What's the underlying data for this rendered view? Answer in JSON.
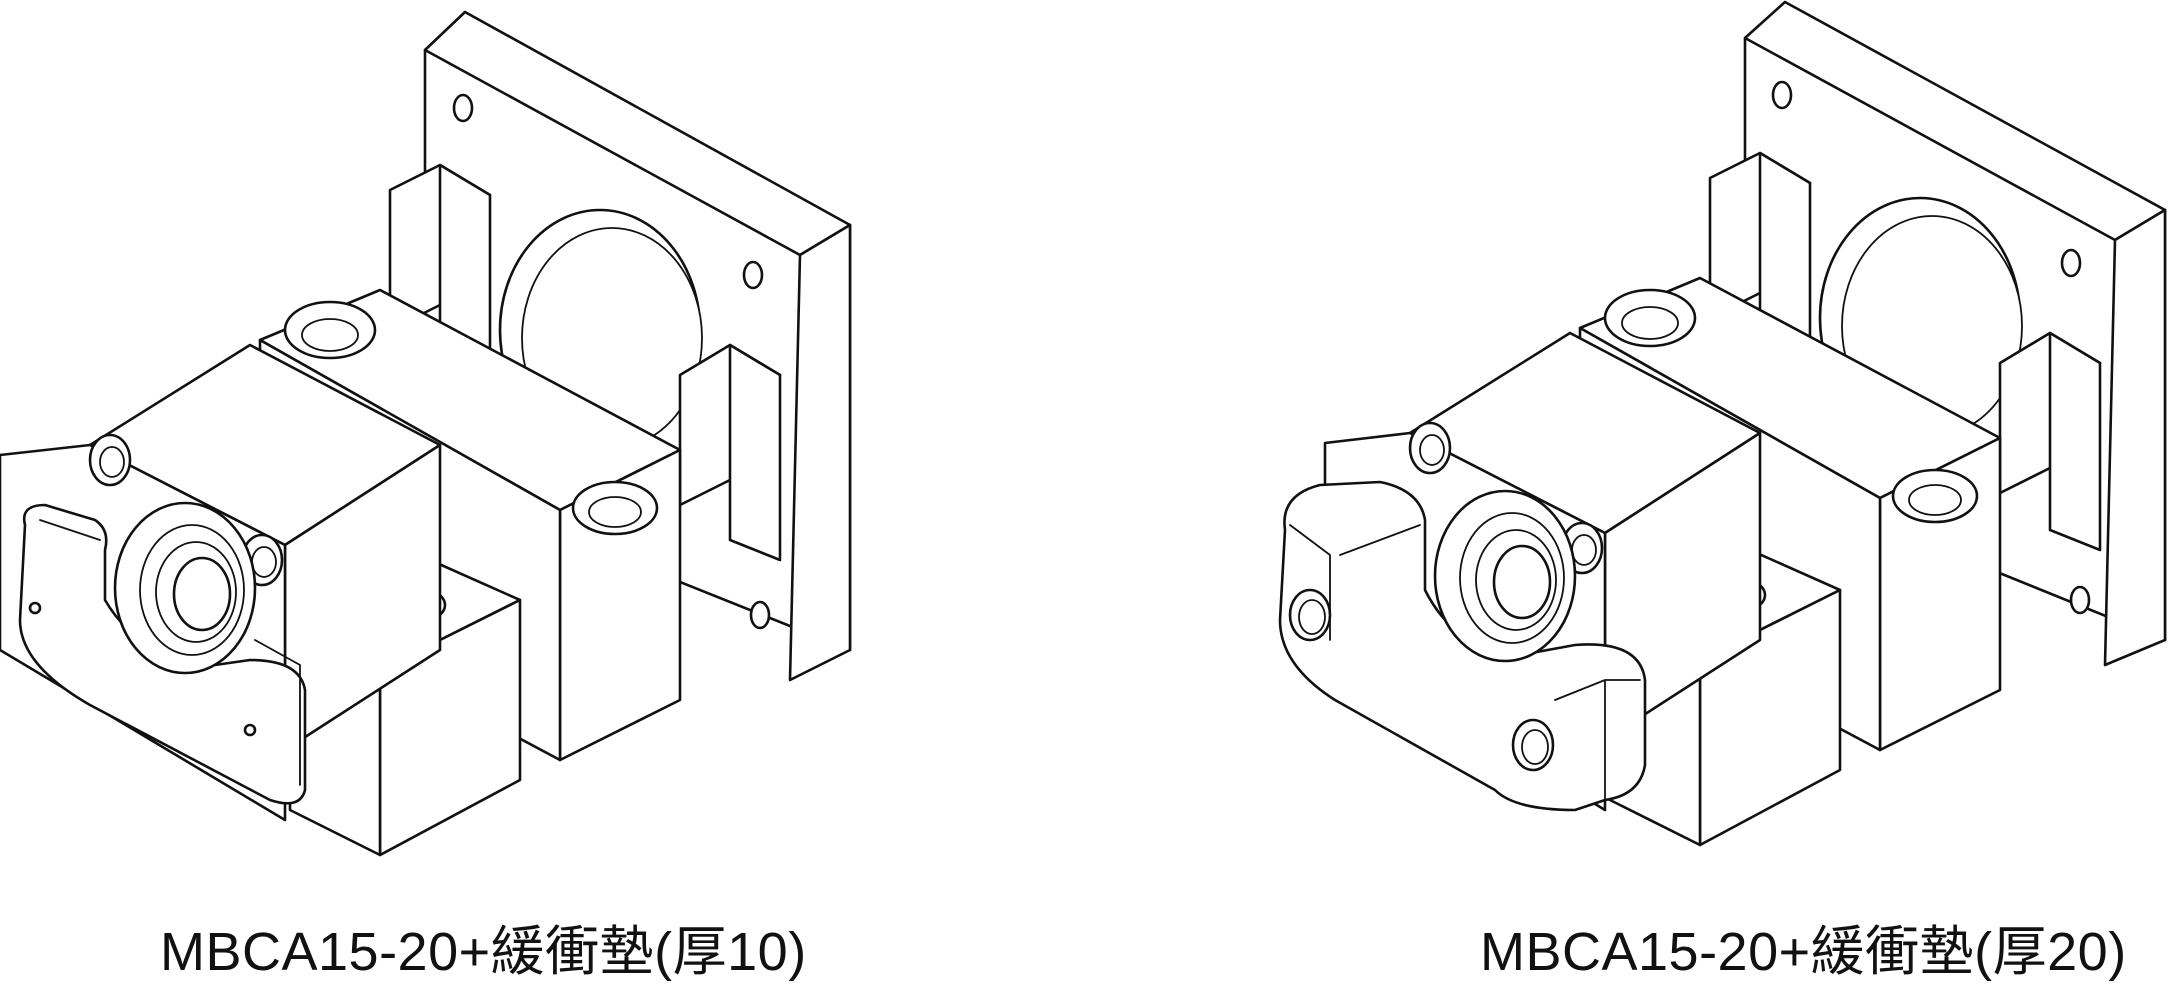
{
  "figures": [
    {
      "id": "left",
      "caption": "MBCA15-20+緩衝墊(厚10)",
      "pad_thickness": 10
    },
    {
      "id": "right",
      "caption": "MBCA15-20+緩衝墊(厚20)",
      "pad_thickness": 20
    }
  ],
  "colors": {
    "line": "#111111",
    "background": "#ffffff"
  }
}
